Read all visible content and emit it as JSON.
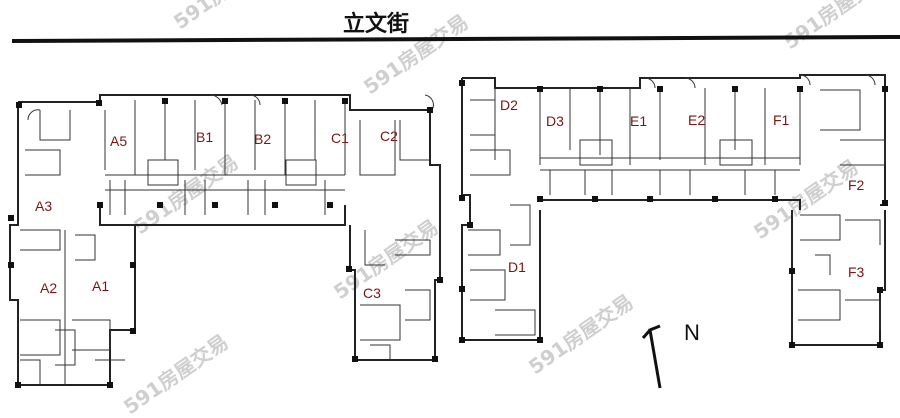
{
  "street": {
    "name": "立文街"
  },
  "units": {
    "a5": "A5",
    "b1": "B1",
    "b2": "B2",
    "c1": "C1",
    "c2": "C2",
    "a3": "A3",
    "a2": "A2",
    "a1": "A1",
    "c3": "C3",
    "d2": "D2",
    "d3": "D3",
    "e1": "E1",
    "e2": "E2",
    "f1": "F1",
    "f2": "F2",
    "d1": "D1",
    "f3": "F3"
  },
  "north": {
    "label": "N"
  },
  "watermark": {
    "text": "591房屋交易"
  },
  "colors": {
    "line": "#222222",
    "label": "#7a1515",
    "watermark": "#cfcfcf"
  }
}
